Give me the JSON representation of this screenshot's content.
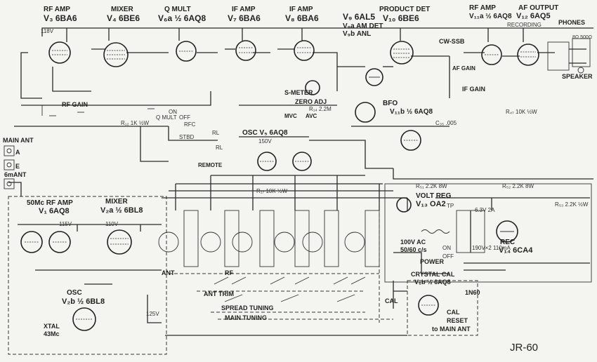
{
  "labels": {
    "v3_name": "RF AMP",
    "v3_tube": "V₃ 6BA6",
    "v4_name": "MIXER",
    "v4_tube": "V₄ 6BE6",
    "v6a_name": "Q MULT",
    "v6a_tube": "V₆a ½ 6AQ8",
    "v7_name": "IF AMP",
    "v7_tube": "V₇ 6BA6",
    "v8_name": "IF AMP",
    "v8_tube": "V₈ 6BA6",
    "v9_1": "V₉ 6AL5",
    "v9_2": "V₉a AM DET",
    "v9_3": "V₉b ANL",
    "v10_name": "PRODUCT DET",
    "v10_tube": "V₁₀ 6BE6",
    "v11a_name": "RF AMP",
    "v11a_tube": "V₁₁a ½ 6AQ8",
    "v12_name": "AF OUTPUT",
    "v12_tube": "V₁₂ 6AQ5",
    "recording": "RECORDING",
    "phones": "PHONES",
    "speaker": "SPEAKER",
    "imp": "8Ω 500Ω",
    "cw_ssb": "CW-SSB",
    "rf_gain": "RF GAIN",
    "if_gain": "IF GAIN",
    "af_gain": "AF GAIN",
    "smeter": "S-METER",
    "zero_adj": "ZERO ADJ",
    "mvc": "MVC",
    "avc": "AVC",
    "bfo": "BFO",
    "bfo_tube": "V₁₁b ½ 6AQ8",
    "osc5": "OSC V₅ 6AQ8",
    "main_ant": "MAIN ANT",
    "ant_a": "A",
    "ant_e": "E",
    "six_ant": "6mANT",
    "v1_name": "50Mc RF AMP",
    "v1_tube": "V₁ 6AQ8",
    "v2a_name": "MIXER",
    "v2a_tube": "V₂a ½ 6BL8",
    "v2b_name": "OSC",
    "v2b_tube": "V₂b ½ 6BL8",
    "xtal": "XTAL",
    "xtal_f": "43Mc",
    "volt_reg": "VOLT REG",
    "v13": "V₁₃ OA2",
    "rec_name": "REC",
    "v14": "V₁₄ 6CA4",
    "ac": "100V AC",
    "acf": "50/60 c/s",
    "power": "POWER",
    "on": "ON",
    "off": "OFF",
    "crystal_cal": "CRYSTAL CAL",
    "v6b": "V₆b ½ 6AQ8",
    "cal": "CAL",
    "reset": "RESET",
    "to_main_ant": "to MAIN ANT",
    "diode": "1N60",
    "ant_label": "ANT",
    "rf_label": "RF",
    "ant_trim": "ANT TRIM",
    "spread": "SPREAD TUNING",
    "main_tuning": "MAIN TUNING",
    "remote": "REMOTE",
    "rl": "RL",
    "rfc": "RFC",
    "stbd": "STBD",
    "qmult_sw": "Q MULT",
    "on_sw": "ON",
    "off_sw": "OFF",
    "r12": "R₁₂ 1K ½W",
    "r14": "R₁₄ 2.2M",
    "r17": "R₁₇ 10K ½W",
    "r47": "R₄₇ 10K ½W",
    "r51": "R₅₁ 2.2K 8W",
    "r52": "R₅₂ 2.2K 8W",
    "r53": "R₅₃ 2.2K ½W",
    "c35": "C₃₅ .005",
    "tp": "TP",
    "b150": "150V",
    "b118": "118V",
    "b110": "110V",
    "b115": "115V",
    "b125": "125V",
    "h63": "6.3V 2A",
    "hv": "190V×2 110mA",
    "model": "JR-60"
  }
}
